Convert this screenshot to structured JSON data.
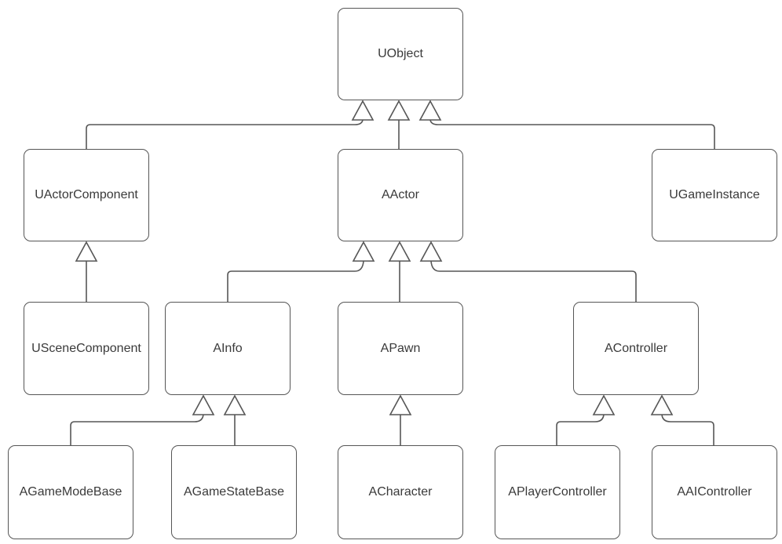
{
  "diagram": {
    "kind": "uml-class-inheritance-hierarchy",
    "arrowhead_style": "hollow-triangle-generalization",
    "colors": {
      "background": "#ffffff",
      "line": "#565656",
      "node_border": "#565656",
      "node_fill": "#ffffff",
      "text": "#3a3a3a"
    }
  },
  "nodes": [
    {
      "id": "uobject",
      "label": "UObject"
    },
    {
      "id": "uactorcomponent",
      "label": "UActorComponent"
    },
    {
      "id": "aactor",
      "label": "AActor"
    },
    {
      "id": "ugameinstance",
      "label": "UGameInstance"
    },
    {
      "id": "uscenecomponent",
      "label": "USceneComponent"
    },
    {
      "id": "ainfo",
      "label": "AInfo"
    },
    {
      "id": "apawn",
      "label": "APawn"
    },
    {
      "id": "acontroller",
      "label": "AController"
    },
    {
      "id": "agamemodebase",
      "label": "AGameModeBase"
    },
    {
      "id": "agamestatebase",
      "label": "AGameStateBase"
    },
    {
      "id": "acharacter",
      "label": "ACharacter"
    },
    {
      "id": "aplayercontroller",
      "label": "APlayerController"
    },
    {
      "id": "aaicontroller",
      "label": "AAIController"
    }
  ],
  "edges": [
    {
      "child": "UActorComponent",
      "parent": "UObject",
      "type": "inheritance"
    },
    {
      "child": "AActor",
      "parent": "UObject",
      "type": "inheritance"
    },
    {
      "child": "UGameInstance",
      "parent": "UObject",
      "type": "inheritance"
    },
    {
      "child": "USceneComponent",
      "parent": "UActorComponent",
      "type": "inheritance"
    },
    {
      "child": "AInfo",
      "parent": "AActor",
      "type": "inheritance"
    },
    {
      "child": "APawn",
      "parent": "AActor",
      "type": "inheritance"
    },
    {
      "child": "AController",
      "parent": "AActor",
      "type": "inheritance"
    },
    {
      "child": "AGameModeBase",
      "parent": "AInfo",
      "type": "inheritance"
    },
    {
      "child": "AGameStateBase",
      "parent": "AInfo",
      "type": "inheritance"
    },
    {
      "child": "ACharacter",
      "parent": "APawn",
      "type": "inheritance"
    },
    {
      "child": "APlayerController",
      "parent": "AController",
      "type": "inheritance"
    },
    {
      "child": "AAIController",
      "parent": "AController",
      "type": "inheritance"
    }
  ]
}
